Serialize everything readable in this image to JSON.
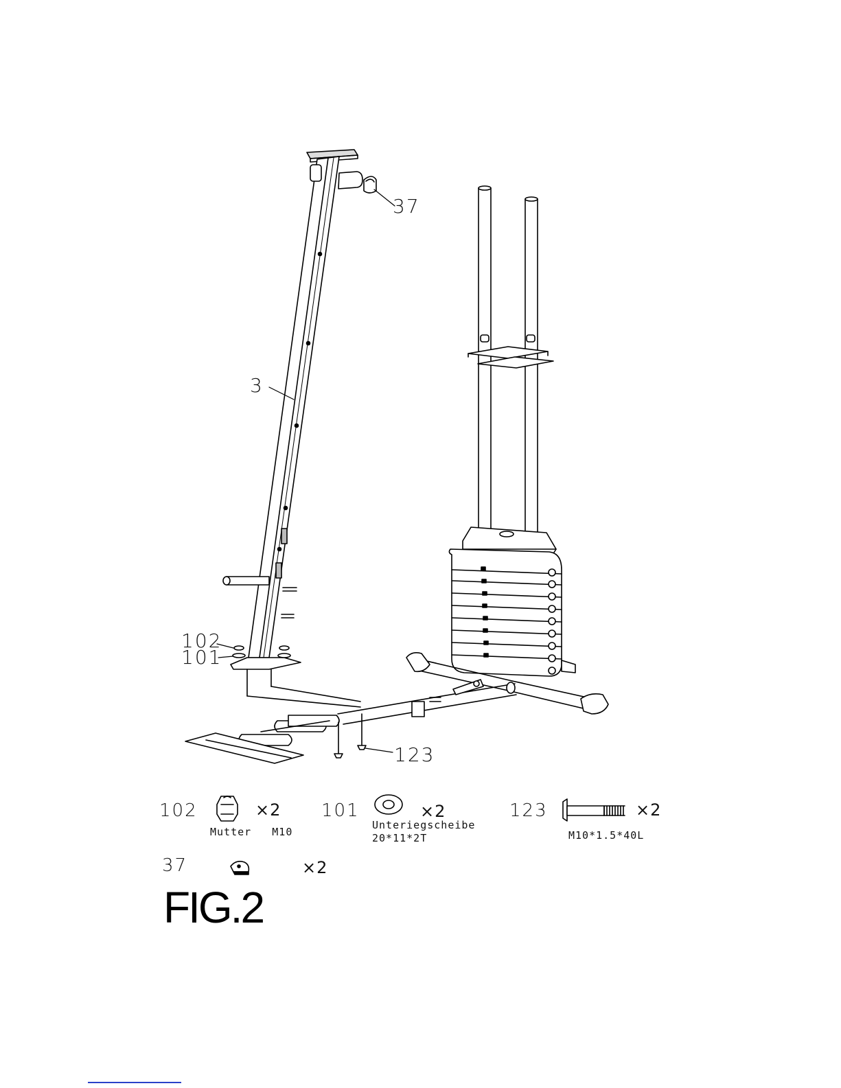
{
  "diagram": {
    "callouts": {
      "c37": "37",
      "c3": "3",
      "c102": "102",
      "c101": "101",
      "c123": "123"
    }
  },
  "parts": {
    "p102": {
      "num": "102",
      "qty": "×2",
      "desc": "Mutter   M10"
    },
    "p101": {
      "num": "101",
      "qty": "×2",
      "desc": "Unteriegscheibe",
      "desc2": "20*11*2T"
    },
    "p123": {
      "num": "123",
      "qty": "×2",
      "desc": "M10*1.5*40L"
    },
    "p37": {
      "num": "37",
      "qty": "×2"
    }
  },
  "figure": {
    "title": "FIG.2"
  }
}
